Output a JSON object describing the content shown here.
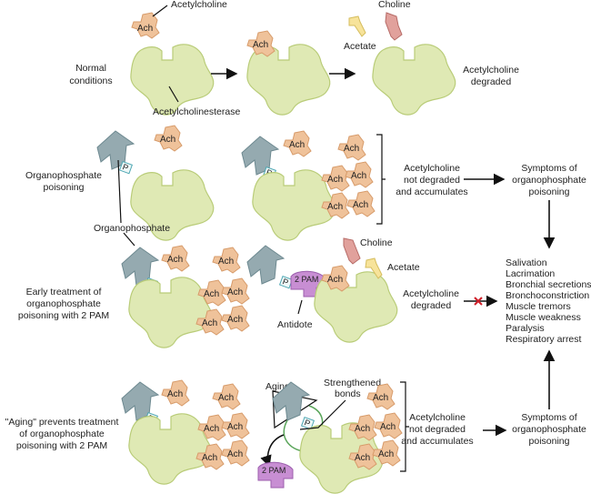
{
  "rows": [
    {
      "id": "normal",
      "label": [
        "Normal",
        "conditions"
      ],
      "annotations": {
        "acetylcholine": "Acetylcholine",
        "acetylcholinesterase": "Acetylcholinesterase",
        "acetate": "Acetate",
        "choline": "Choline"
      },
      "outcome": [
        "Acetylcholine",
        "degraded"
      ]
    },
    {
      "id": "op-poisoning",
      "label": [
        "Organophosphate",
        "poisoning"
      ],
      "annotations": {
        "organophosphate": "Organophosphate"
      },
      "outcome": [
        "Acetylcholine",
        "not degraded",
        "and accumulates"
      ],
      "result": [
        "Symptoms of",
        "organophosphate",
        "poisoning"
      ]
    },
    {
      "id": "early-treatment",
      "label": [
        "Early treatment of",
        "organophosphate",
        "poisoning with 2 PAM"
      ],
      "annotations": {
        "antidote": "Antidote",
        "pam": "2 PAM",
        "choline": "Choline",
        "acetate": "Acetate"
      },
      "outcome": [
        "Acetylcholine",
        "degraded"
      ]
    },
    {
      "id": "aging",
      "label": [
        "\"Aging\" prevents treatment",
        "of organophosphate",
        "poisoning with 2 PAM"
      ],
      "annotations": {
        "aging": "Aging",
        "strengthened_bonds": [
          "Strengthened",
          "bonds"
        ],
        "pam": "2 PAM"
      },
      "outcome": [
        "Acetylcholine",
        "not degraded",
        "and accumulates"
      ],
      "result": [
        "Symptoms of",
        "organophosphate",
        "poisoning"
      ]
    }
  ],
  "molecule_labels": {
    "ach": "Ach",
    "p": "P"
  },
  "symptoms": [
    "Salivation",
    "Lacrimation",
    "Bronchial secretions",
    "Bronchoconstriction",
    "Muscle tremors",
    "Muscle weakness",
    "Paralysis",
    "Respiratory arrest"
  ],
  "colors": {
    "enzyme": "#dfe9b4",
    "acetylcholine": "#efc29a",
    "organophosphate": "#95aab0",
    "pam": "#c88ed3",
    "choline": "#e1a19c",
    "acetate": "#f7e39a",
    "blocked_x": "#d0202a"
  }
}
